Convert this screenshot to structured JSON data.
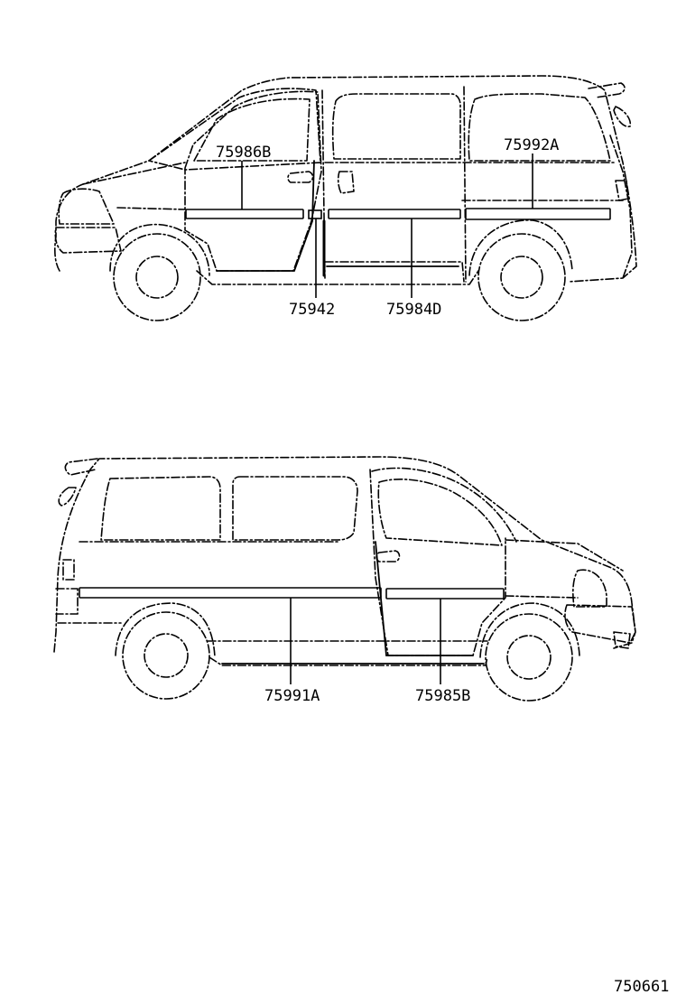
{
  "top_view": {
    "labels": {
      "part_75986b": "75986B",
      "part_75992a": "75992A",
      "part_75942": "75942",
      "part_75984d": "75984D"
    }
  },
  "bottom_view": {
    "labels": {
      "part_75991a": "75991A",
      "part_75985b": "75985B"
    }
  },
  "figure_number": "750661"
}
